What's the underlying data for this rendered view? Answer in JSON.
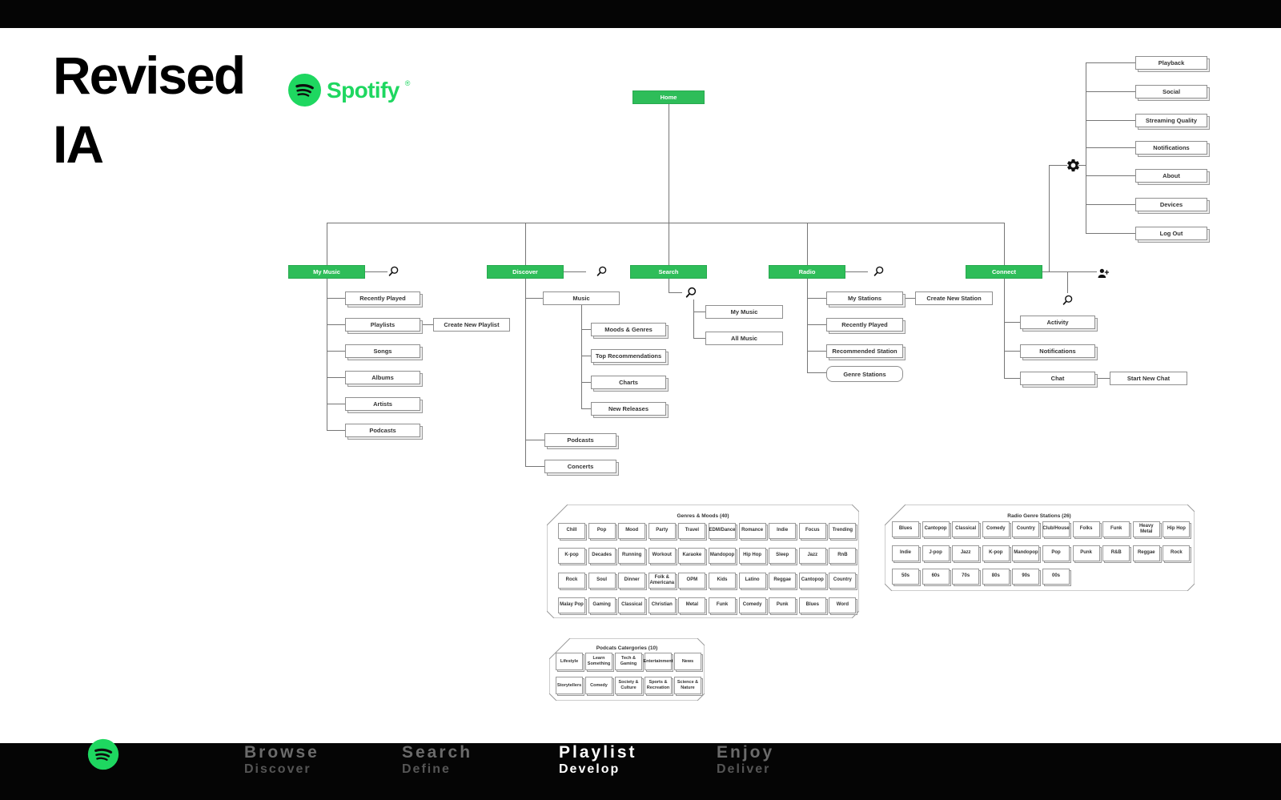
{
  "slide": {
    "title_line1": "Revised",
    "title_line2": "IA"
  },
  "brand": {
    "wordmark": "Spotify",
    "registered": "®"
  },
  "colors": {
    "spotify_green": "#1ED760",
    "node_green": "#2EBD59",
    "line_gray": "#767676",
    "bar_black": "#050505"
  },
  "icons": {
    "search": "search-icon",
    "settings": "gear-icon",
    "add_friend": "add-friend-icon",
    "logo": "spotify-logo-icon"
  },
  "diagram": {
    "home": "Home",
    "sections": {
      "my_music": "My Music",
      "discover": "Discover",
      "search": "Search",
      "radio": "Radio",
      "connect": "Connect"
    },
    "my_music": {
      "children": [
        "Recently Played",
        "Playlists",
        "Songs",
        "Albums",
        "Artists",
        "Podcasts"
      ],
      "playlists_link": "Create New Playlist"
    },
    "discover": {
      "music": "Music",
      "music_children": [
        "Moods & Genres",
        "Top Recommendations",
        "Charts",
        "New Releases"
      ],
      "other": [
        "Podcasts",
        "Concerts"
      ]
    },
    "search": {
      "children": [
        "My Music",
        "All Music"
      ]
    },
    "radio": {
      "children": [
        "My Stations",
        "Recently Played",
        "Recommended Station",
        "Genre Stations"
      ],
      "stations_link": "Create New Station"
    },
    "connect": {
      "children": [
        "Activity",
        "Notifications",
        "Chat"
      ],
      "chat_link": "Start New Chat"
    },
    "settings": {
      "children": [
        "Playback",
        "Social",
        "Streaming Quality",
        "Notifications",
        "About",
        "Devices",
        "Log Out"
      ]
    }
  },
  "panels": {
    "genres": {
      "title": "Genres & Moods (40)",
      "rows": [
        [
          "Chill",
          "Pop",
          "Mood",
          "Party",
          "Travel",
          "EDM/Dance",
          "Romance",
          "Indie",
          "Focus",
          "Trending"
        ],
        [
          "K-pop",
          "Decades",
          "Running",
          "Workout",
          "Karaoke",
          "Mandopop",
          "Hip Hop",
          "Sleep",
          "Jazz",
          "RnB"
        ],
        [
          "Rock",
          "Soul",
          "Dinner",
          "Folk & Americana",
          "OPM",
          "Kids",
          "Latino",
          "Reggae",
          "Cantopop",
          "Country"
        ],
        [
          "Malay Pop",
          "Gaming",
          "Classical",
          "Christian",
          "Metal",
          "Funk",
          "Comedy",
          "Punk",
          "Blues",
          "Word"
        ]
      ]
    },
    "radio_stations": {
      "title": "Radio Genre Stations (26)",
      "rows": [
        [
          "Blues",
          "Cantopop",
          "Classical",
          "Comedy",
          "Country",
          "Club/House",
          "Folks",
          "Funk",
          "Heavy Metal",
          "Hip Hop"
        ],
        [
          "Indie",
          "J-pop",
          "Jazz",
          "K-pop",
          "Mandopop",
          "Pop",
          "Punk",
          "R&B",
          "Reggae",
          "Rock"
        ],
        [
          "50s",
          "60s",
          "70s",
          "80s",
          "90s",
          "00s"
        ]
      ]
    },
    "podcasts": {
      "title": "Podcats Catergories (10)",
      "rows": [
        [
          "Lifestyle",
          "Learn Something",
          "Tech & Gaming",
          "Entertainment",
          "News"
        ],
        [
          "Storytellers",
          "Comedy",
          "Society & Culture",
          "Sports & Recreation",
          "Science & Nature"
        ]
      ]
    }
  },
  "footer": {
    "items": [
      {
        "title": "Browse",
        "subtitle": "Discover",
        "active": false
      },
      {
        "title": "Search",
        "subtitle": "Define",
        "active": false
      },
      {
        "title": "Playlist",
        "subtitle": "Develop",
        "active": true
      },
      {
        "title": "Enjoy",
        "subtitle": "Deliver",
        "active": false
      }
    ]
  }
}
